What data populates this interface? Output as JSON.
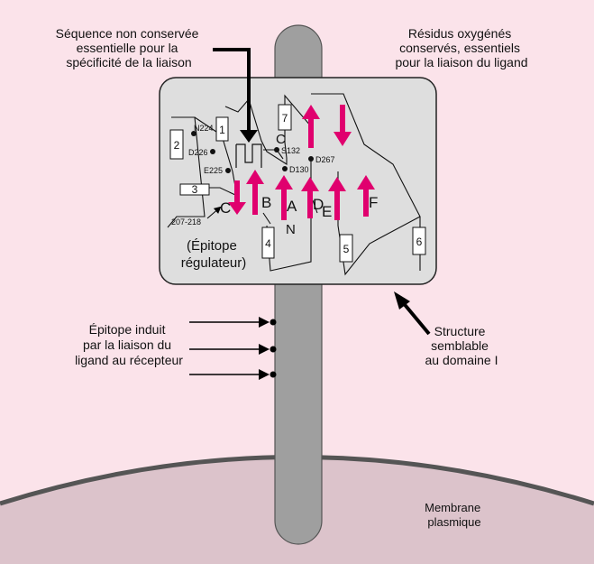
{
  "labels": {
    "sequence_non_conservee": [
      "Séquence non conservée",
      "essentielle pour la",
      "spécificité de la liaison"
    ],
    "residus": [
      "Résidus oxygénés",
      "conservés, essentiels",
      "pour la liaison du ligand"
    ],
    "epitope_regulateur": [
      "(Épitope",
      "régulateur)"
    ],
    "epitope_induit": [
      "Épitope induit",
      "par la liaison du",
      "ligand au récepteur"
    ],
    "structure": [
      "Structure",
      "semblable",
      "au domaine I"
    ],
    "membrane": [
      "Membrane",
      "plasmique"
    ]
  },
  "strands": [
    "A",
    "B",
    "C",
    "D",
    "E",
    "F"
  ],
  "helices": [
    "1",
    "2",
    "3",
    "4",
    "5",
    "6",
    "7"
  ],
  "residues": {
    "n224": "N224",
    "d226": "D226",
    "e225": "E225",
    "s132": "S132",
    "d130": "D130",
    "d267": "D267",
    "range": "207-218"
  },
  "termini": {
    "n": "N",
    "c": "C"
  },
  "colors": {
    "background": "#fbe3ea",
    "membrane": "#dcc3cb",
    "stalk": "#9f9f9f",
    "domain_box": "#dedede",
    "strand": "#e0006e"
  }
}
